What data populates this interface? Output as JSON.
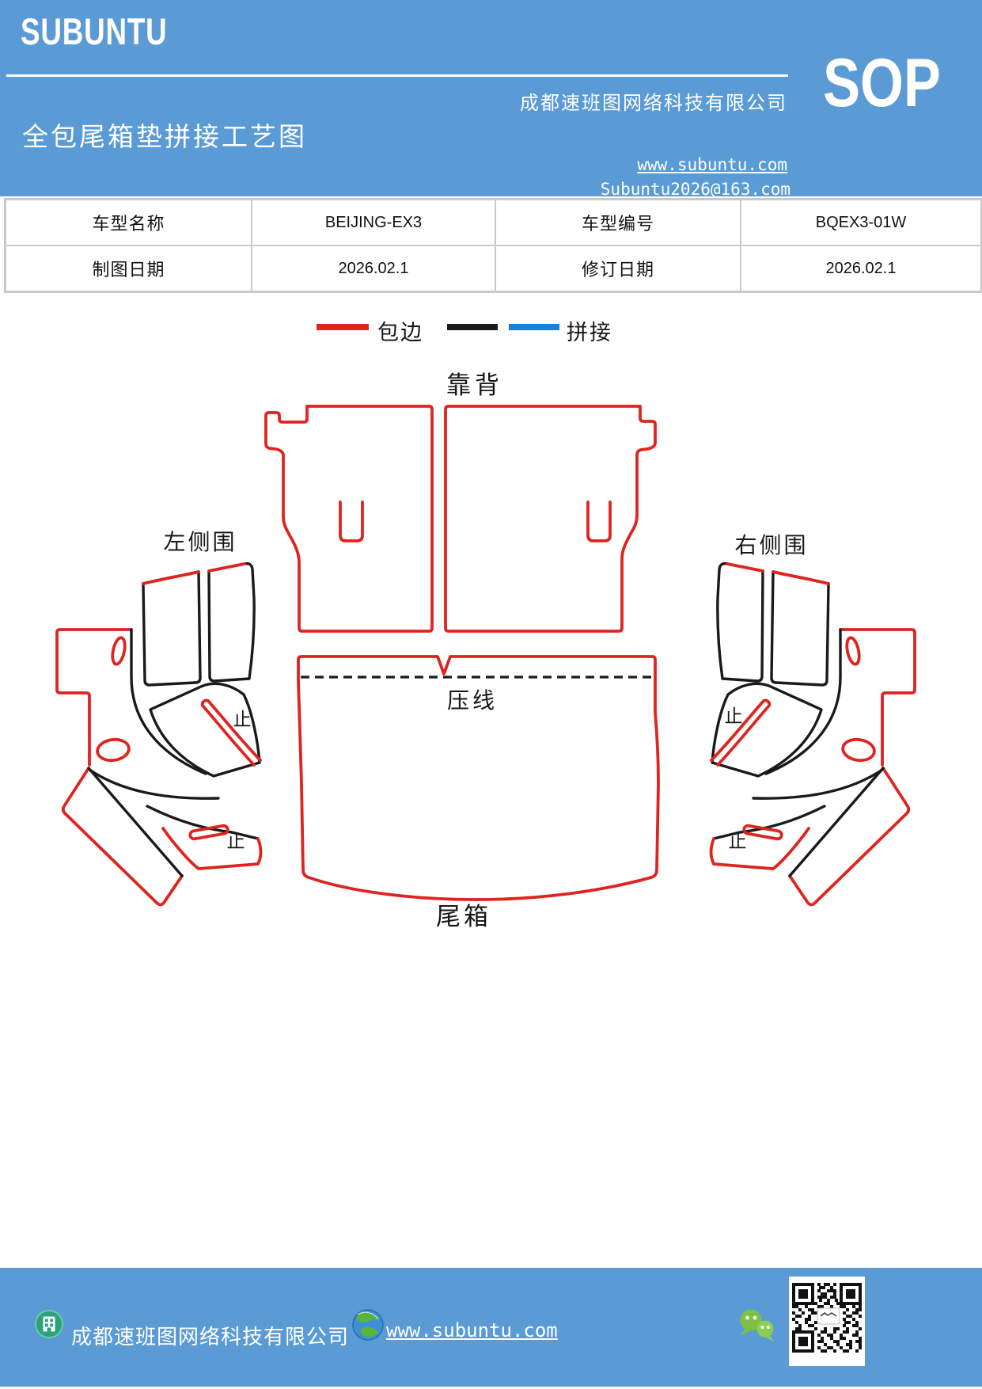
{
  "theme": {
    "blue": "#5B9BD5",
    "red": "#DF2420",
    "ink": "#1A1A1A",
    "stitch-blue": "#1E7FD6",
    "table-border": "#C9C9C9",
    "wechat-green": "#7EC141",
    "wechat-green-light": "#8CCE52",
    "badge-green": "#2BA37A",
    "globe-blue": "#3D8FD6",
    "globe-green": "#58B53C"
  },
  "header": {
    "logo": "SUBUNTU",
    "title": "全包尾箱垫拼接工艺图",
    "company": "成都速班图网络科技有限公司",
    "website": "www.subuntu.com",
    "email": "Subuntu2026@163.com",
    "badge": "SOP"
  },
  "info_table": {
    "rows": [
      [
        "车型名称",
        "BEIJING-EX3",
        "车型编号",
        "BQEX3-01W"
      ],
      [
        "制图日期",
        "2026.02.1",
        "修订日期",
        "2026.02.1"
      ]
    ]
  },
  "legend": {
    "items": [
      {
        "label": "包边",
        "colors": [
          "#DF2420"
        ]
      },
      {
        "label": "拼接",
        "colors": [
          "#1A1A1A",
          "#1E7FD6"
        ]
      }
    ]
  },
  "diagram": {
    "labels": {
      "backrest": "靠背",
      "left_side": "左侧围",
      "right_side": "右侧围",
      "press_line": "压线",
      "trunk": "尾箱",
      "stop": "止"
    }
  },
  "footer": {
    "company": "成都速班图网络科技有限公司",
    "website": "www.subuntu.com"
  }
}
